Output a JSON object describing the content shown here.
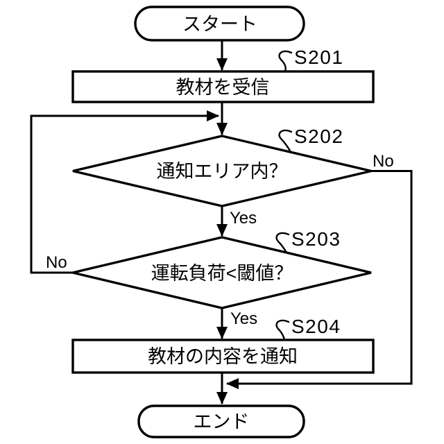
{
  "flowchart": {
    "kind": "flowchart",
    "language": "ja",
    "colors": {
      "line": "#000000",
      "text": "#000000",
      "background": "#ffffff"
    },
    "nodes": {
      "start": {
        "label": "スタート",
        "shape": "terminator"
      },
      "receive": {
        "label": "教材を受信",
        "step": "S201",
        "shape": "process"
      },
      "area": {
        "label": "通知エリア内？",
        "step": "S202",
        "shape": "decision"
      },
      "load": {
        "label": "運転負荷<閾値？",
        "step": "S203",
        "shape": "decision"
      },
      "notify": {
        "label": "教材の内容を通知",
        "step": "S204",
        "shape": "process"
      },
      "end": {
        "label": "エンド",
        "shape": "terminator"
      }
    },
    "branches": {
      "area_yes": "Yes",
      "area_no": "No",
      "load_yes": "Yes",
      "load_no": "No"
    },
    "flow": [
      {
        "from": "start",
        "to": "receive"
      },
      {
        "from": "receive",
        "to": "area"
      },
      {
        "from": "area",
        "to": "load",
        "condition": "Yes"
      },
      {
        "from": "area",
        "to": "end",
        "condition": "No"
      },
      {
        "from": "load",
        "to": "notify",
        "condition": "Yes"
      },
      {
        "from": "load",
        "to": "area",
        "condition": "No"
      },
      {
        "from": "notify",
        "to": "end"
      }
    ]
  }
}
